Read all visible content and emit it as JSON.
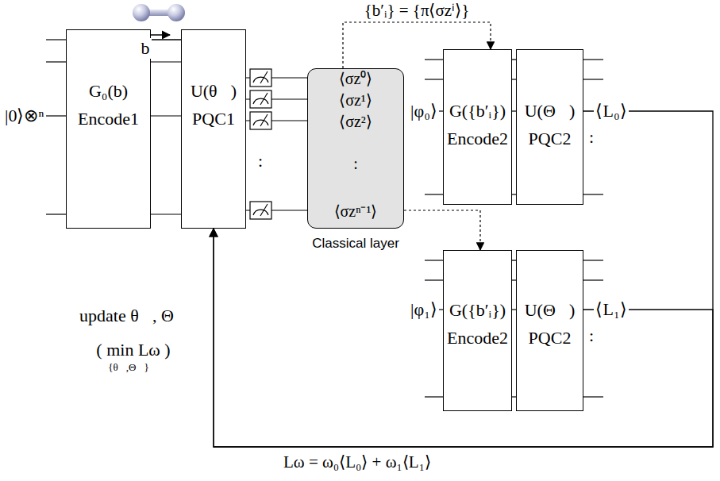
{
  "diagram": {
    "nodes": [
      {
        "text": [
          "G₀(b)",
          "Encode1"
        ]
      },
      {
        "text": [
          "U(θ⃗)",
          "PQC1"
        ]
      },
      {
        "text": [
          "⟨σz⁰⟩",
          "⟨σz¹⟩",
          "⟨σz²⟩",
          ":",
          "⟨σzⁿ⁻¹⟩",
          "Classical layer"
        ]
      },
      {
        "text": [
          "G({b′ᵢ})",
          "Encode2"
        ]
      },
      {
        "text": [
          "U(Θ⃗)",
          "PQC2"
        ]
      },
      {
        "text": [
          "G({b′ᵢ})",
          "Encode2"
        ]
      },
      {
        "text": [
          "U(Θ⃗)",
          "PQC2"
        ]
      }
    ],
    "edges": [
      {
        "from": 0,
        "to": 1,
        "arrow": "none"
      },
      {
        "from": 2,
        "to": 3,
        "arrow": "to",
        "label": "{b′ᵢ} = {π⟨σzⁱ⟩}"
      },
      {
        "from": 2,
        "to": 5,
        "arrow": "to"
      },
      {
        "from": 3,
        "to": 4,
        "arrow": "none"
      },
      {
        "from": 5,
        "to": 6,
        "arrow": "none"
      },
      {
        "from": 4,
        "to": 1,
        "arrow": "to"
      },
      {
        "from": 6,
        "to": 1,
        "arrow": "to",
        "label": "Lω = ω₀⟨L₀⟩ + ω₁⟨L₁⟩"
      }
    ],
    "labels": [
      "b",
      "|0⟩⊗ⁿ",
      ":",
      "|φ₀⟩",
      "⟨L₀⟩",
      ":",
      "|φ₁⟩",
      "⟨L₁⟩",
      ":",
      "update θ⃗, Θ⃗",
      "( min Lω )",
      "{θ⃗,Θ⃗}"
    ]
  }
}
